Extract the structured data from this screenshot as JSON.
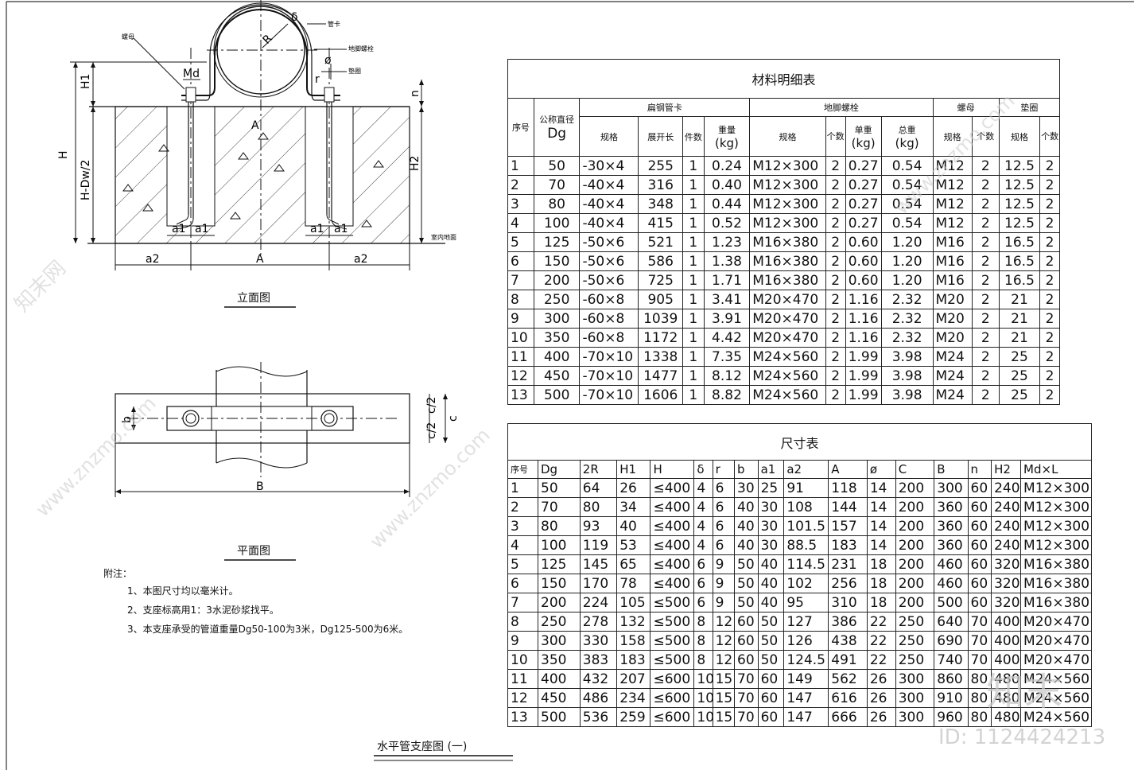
{
  "elevation_view": {
    "title": "立面图",
    "labels": {
      "nut": "螺母",
      "pipe_clamp": "管卡",
      "anchor_bolt": "地脚螺栓",
      "washer": "垫圈",
      "md": "Md",
      "R": "R",
      "delta": "δ",
      "r": "r",
      "phi": "ø",
      "n": "n",
      "H": "H",
      "H1": "H1",
      "H2": "H2",
      "H_dw": "H-Dw/2",
      "A": "A",
      "a1": "a1",
      "a2": "a2",
      "floor": "室内地面"
    }
  },
  "plan_view": {
    "title": "平面图",
    "labels": {
      "b": "b",
      "c": "c",
      "c2": "c/2",
      "B": "B"
    }
  },
  "notes": {
    "heading": "附注：",
    "items": [
      "1、本图尺寸均以毫米计。",
      "2、支座标高用1：3水泥砂浆找平。",
      "3、本支座承受的管道重量Dg50-100为3米，Dg125-500为6米。"
    ]
  },
  "drawing_title": "水平管支座图 (一)",
  "material_table": {
    "title": "材料明细表",
    "headers": {
      "seq": "序号",
      "dg_name": "公称直径",
      "dg": "Dg",
      "clamp": "扁钢管卡",
      "bolt": "地脚螺栓",
      "nut": "螺母",
      "washer": "垫圈",
      "spec": "规格",
      "length": "展开长",
      "pieces": "件数",
      "weight": "重量",
      "kg": "(kg)",
      "count": "个数",
      "unit_w": "单重",
      "total_w": "总重"
    },
    "rows": [
      [
        "1",
        "50",
        "-30×4",
        "255",
        "1",
        "0.24",
        "M12×300",
        "2",
        "0.27",
        "0.54",
        "M12",
        "2",
        "12.5",
        "2"
      ],
      [
        "2",
        "70",
        "-40×4",
        "316",
        "1",
        "0.40",
        "M12×300",
        "2",
        "0.27",
        "0.54",
        "M12",
        "2",
        "12.5",
        "2"
      ],
      [
        "3",
        "80",
        "-40×4",
        "348",
        "1",
        "0.44",
        "M12×300",
        "2",
        "0.27",
        "0.54",
        "M12",
        "2",
        "12.5",
        "2"
      ],
      [
        "4",
        "100",
        "-40×4",
        "415",
        "1",
        "0.52",
        "M12×300",
        "2",
        "0.27",
        "0.54",
        "M12",
        "2",
        "12.5",
        "2"
      ],
      [
        "5",
        "125",
        "-50×6",
        "521",
        "1",
        "1.23",
        "M16×380",
        "2",
        "0.60",
        "1.20",
        "M16",
        "2",
        "16.5",
        "2"
      ],
      [
        "6",
        "150",
        "-50×6",
        "586",
        "1",
        "1.38",
        "M16×380",
        "2",
        "0.60",
        "1.20",
        "M16",
        "2",
        "16.5",
        "2"
      ],
      [
        "7",
        "200",
        "-50×6",
        "725",
        "1",
        "1.71",
        "M16×380",
        "2",
        "0.60",
        "1.20",
        "M16",
        "2",
        "16.5",
        "2"
      ],
      [
        "8",
        "250",
        "-60×8",
        "905",
        "1",
        "3.41",
        "M20×470",
        "2",
        "1.16",
        "2.32",
        "M20",
        "2",
        "21",
        "2"
      ],
      [
        "9",
        "300",
        "-60×8",
        "1039",
        "1",
        "3.91",
        "M20×470",
        "2",
        "1.16",
        "2.32",
        "M20",
        "2",
        "21",
        "2"
      ],
      [
        "10",
        "350",
        "-60×8",
        "1172",
        "1",
        "4.42",
        "M20×470",
        "2",
        "1.16",
        "2.32",
        "M20",
        "2",
        "21",
        "2"
      ],
      [
        "11",
        "400",
        "-70×10",
        "1338",
        "1",
        "7.35",
        "M24×560",
        "2",
        "1.99",
        "3.98",
        "M24",
        "2",
        "25",
        "2"
      ],
      [
        "12",
        "450",
        "-70×10",
        "1477",
        "1",
        "8.12",
        "M24×560",
        "2",
        "1.99",
        "3.98",
        "M24",
        "2",
        "25",
        "2"
      ],
      [
        "13",
        "500",
        "-70×10",
        "1606",
        "1",
        "8.82",
        "M24×560",
        "2",
        "1.99",
        "3.98",
        "M24",
        "2",
        "25",
        "2"
      ]
    ]
  },
  "dimension_table": {
    "title": "尺寸表",
    "headers": [
      "序号",
      "Dg",
      "2R",
      "H1",
      "H",
      "δ",
      "r",
      "b",
      "a1",
      "a2",
      "A",
      "ø",
      "C",
      "B",
      "n",
      "H2",
      "Md×L"
    ],
    "rows": [
      [
        "1",
        "50",
        "64",
        "26",
        "≤400",
        "4",
        "6",
        "30",
        "25",
        "91",
        "118",
        "14",
        "200",
        "300",
        "60",
        "240",
        "M12×300"
      ],
      [
        "2",
        "70",
        "80",
        "34",
        "≤400",
        "4",
        "6",
        "40",
        "30",
        "108",
        "144",
        "14",
        "200",
        "360",
        "60",
        "240",
        "M12×300"
      ],
      [
        "3",
        "80",
        "93",
        "40",
        "≤400",
        "4",
        "6",
        "40",
        "30",
        "101.5",
        "157",
        "14",
        "200",
        "360",
        "60",
        "240",
        "M12×300"
      ],
      [
        "4",
        "100",
        "119",
        "53",
        "≤400",
        "4",
        "6",
        "40",
        "30",
        "88.5",
        "183",
        "14",
        "200",
        "360",
        "60",
        "240",
        "M12×300"
      ],
      [
        "5",
        "125",
        "145",
        "65",
        "≤400",
        "6",
        "9",
        "50",
        "40",
        "114.5",
        "231",
        "18",
        "200",
        "460",
        "60",
        "320",
        "M16×380"
      ],
      [
        "6",
        "150",
        "170",
        "78",
        "≤400",
        "6",
        "9",
        "50",
        "40",
        "102",
        "256",
        "18",
        "200",
        "460",
        "60",
        "320",
        "M16×380"
      ],
      [
        "7",
        "200",
        "224",
        "105",
        "≤500",
        "6",
        "9",
        "50",
        "40",
        "95",
        "310",
        "18",
        "200",
        "500",
        "60",
        "320",
        "M16×380"
      ],
      [
        "8",
        "250",
        "278",
        "132",
        "≤500",
        "8",
        "12",
        "60",
        "50",
        "127",
        "386",
        "22",
        "250",
        "640",
        "70",
        "400",
        "M20×470"
      ],
      [
        "9",
        "300",
        "330",
        "158",
        "≤500",
        "8",
        "12",
        "60",
        "50",
        "126",
        "438",
        "22",
        "250",
        "690",
        "70",
        "400",
        "M20×470"
      ],
      [
        "10",
        "350",
        "383",
        "183",
        "≤500",
        "8",
        "12",
        "60",
        "50",
        "124.5",
        "491",
        "22",
        "250",
        "740",
        "70",
        "400",
        "M20×470"
      ],
      [
        "11",
        "400",
        "432",
        "207",
        "≤600",
        "10",
        "15",
        "70",
        "60",
        "149",
        "562",
        "26",
        "300",
        "860",
        "80",
        "480",
        "M24×560"
      ],
      [
        "12",
        "450",
        "486",
        "234",
        "≤600",
        "10",
        "15",
        "70",
        "60",
        "147",
        "616",
        "26",
        "300",
        "910",
        "80",
        "480",
        "M24×560"
      ],
      [
        "13",
        "500",
        "536",
        "259",
        "≤600",
        "10",
        "15",
        "70",
        "60",
        "147",
        "666",
        "26",
        "300",
        "960",
        "80",
        "480",
        "M24×560"
      ]
    ]
  },
  "watermarks": {
    "brand": "知末",
    "id": "ID: 1124424213",
    "site": "www.znzmo.com",
    "site_cn": "知末网"
  }
}
